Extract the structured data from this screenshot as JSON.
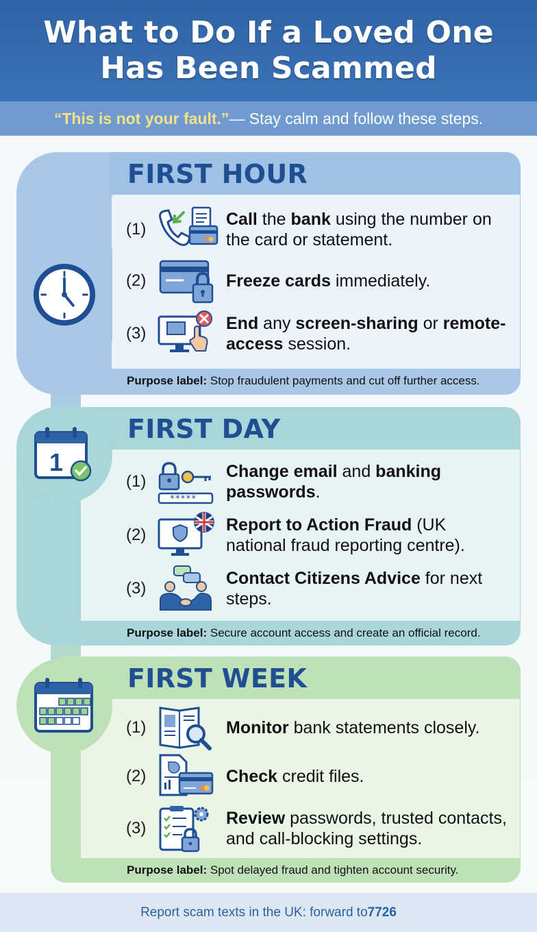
{
  "title": "What to Do If a Loved One Has Been Scammed",
  "subtitle": {
    "quote": "“This is not your fault.”",
    "rest": " — Stay calm and follow these steps."
  },
  "colors": {
    "header": "#2f63a6",
    "hour": "#a9c8e8",
    "day": "#a9d6d8",
    "week": "#bfe1b8",
    "title_text": "#1f4f92"
  },
  "sections": [
    {
      "title": "FIRST HOUR",
      "icon": "clock-icon",
      "steps": [
        {
          "num": "(1)",
          "icon": "phone-card-icon",
          "parts": [
            [
              "b",
              "Call"
            ],
            [
              "n",
              " the "
            ],
            [
              "b",
              "bank"
            ],
            [
              "n",
              " using the number on the card or statement."
            ]
          ]
        },
        {
          "num": "(2)",
          "icon": "card-lock-icon",
          "parts": [
            [
              "b",
              "Freeze cards"
            ],
            [
              "n",
              " immediately."
            ]
          ]
        },
        {
          "num": "(3)",
          "icon": "screen-share-stop-icon",
          "parts": [
            [
              "b",
              "End"
            ],
            [
              "n",
              " any "
            ],
            [
              "b",
              "screen-sharing"
            ],
            [
              "n",
              " or "
            ],
            [
              "b",
              "remote-access"
            ],
            [
              "n",
              " session."
            ]
          ]
        }
      ],
      "purpose_label": "Purpose label:",
      "purpose_text": " Stop fraudulent payments and cut off further access."
    },
    {
      "title": "FIRST DAY",
      "icon": "calendar-day-icon",
      "calendar_number": "1",
      "steps": [
        {
          "num": "(1)",
          "icon": "password-key-icon",
          "password_mask": "*****_",
          "parts": [
            [
              "b",
              "Change email"
            ],
            [
              "n",
              " and "
            ],
            [
              "b",
              "banking passwords"
            ],
            [
              "n",
              "."
            ]
          ]
        },
        {
          "num": "(2)",
          "icon": "report-monitor-icon",
          "parts": [
            [
              "b",
              "Report to Action Fraud"
            ],
            [
              "n",
              " (UK national fraud reporting centre)."
            ]
          ]
        },
        {
          "num": "(3)",
          "icon": "advice-people-icon",
          "parts": [
            [
              "b",
              "Contact Citizens Advice"
            ],
            [
              "n",
              " for next steps."
            ]
          ]
        }
      ],
      "purpose_label": "Purpose label:",
      "purpose_text": " Secure account access and create an official record."
    },
    {
      "title": "FIRST WEEK",
      "icon": "calendar-week-icon",
      "steps": [
        {
          "num": "(1)",
          "icon": "statement-magnifier-icon",
          "parts": [
            [
              "b",
              "Monitor"
            ],
            [
              "n",
              " bank statements closely."
            ]
          ]
        },
        {
          "num": "(2)",
          "icon": "credit-file-icon",
          "parts": [
            [
              "b",
              "Check"
            ],
            [
              "n",
              " credit files."
            ]
          ]
        },
        {
          "num": "(3)",
          "icon": "checklist-lock-icon",
          "parts": [
            [
              "b",
              "Review"
            ],
            [
              "n",
              " passwords, trusted contacts, and call-blocking settings."
            ]
          ]
        }
      ],
      "purpose_label": "Purpose label:",
      "purpose_text": " Spot delayed fraud and tighten account security."
    }
  ],
  "footer": {
    "text": "Report scam texts in the UK: forward to ",
    "number": "7726"
  }
}
